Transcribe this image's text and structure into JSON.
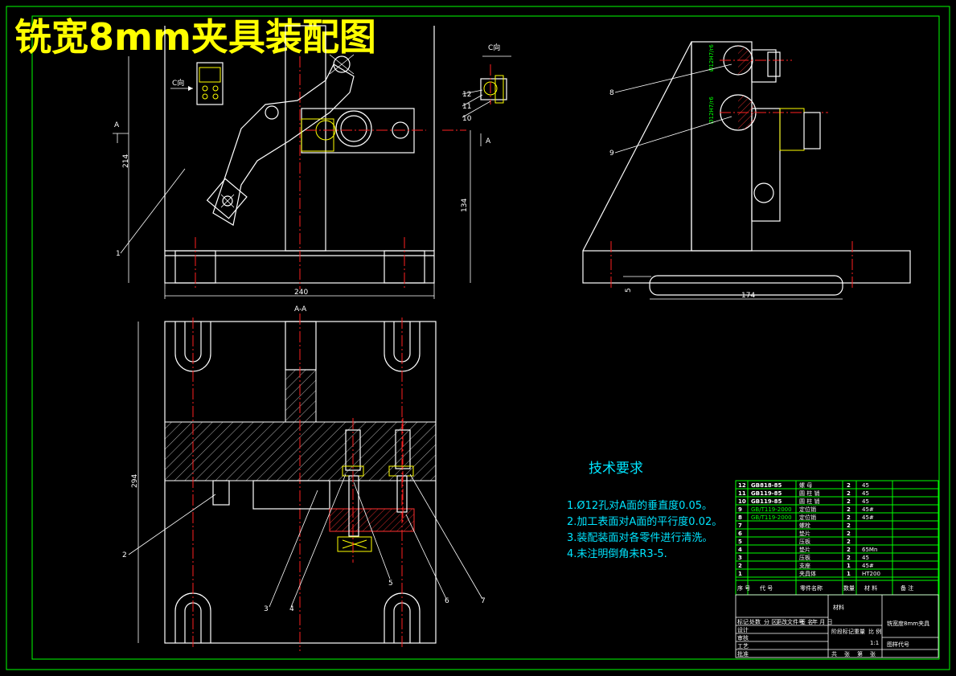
{
  "title": "铣宽8mm夹具装配图",
  "views": {
    "c_view_label_left": "C向",
    "c_view_label_top": "C向",
    "section_label": "A-A",
    "section_arrow_label": "A"
  },
  "dimensions": {
    "d214": "214",
    "d134": "134",
    "d240": "240",
    "d174": "174",
    "d294": "294",
    "d5": "5",
    "tol_a": "Ø12H7/r6",
    "tol_b": "Ø12H7/r6"
  },
  "balloons": [
    "1",
    "2",
    "3",
    "4",
    "5",
    "6",
    "7",
    "8",
    "9",
    "10",
    "11",
    "12"
  ],
  "tech_req": {
    "heading": "技术要求",
    "items": [
      "1.Ø12孔对A面的垂直度0.05。",
      "2.加工表面对A面的平行度0.02。",
      "3.装配装面对各零件进行清洗。",
      "4.未注明倒角未R3-5."
    ]
  },
  "bom": {
    "rows": [
      {
        "no": "12",
        "code": "GB818-85",
        "name": "螺 母",
        "qty": "2",
        "mat": "45"
      },
      {
        "no": "11",
        "code": "GB119-85",
        "name": "圆 柱 销",
        "qty": "2",
        "mat": "45"
      },
      {
        "no": "10",
        "code": "GB119-85",
        "name": "圆 柱 销",
        "qty": "2",
        "mat": "45"
      },
      {
        "no": "9",
        "code": "GB/T119-2000",
        "name": "定位销",
        "qty": "2",
        "mat": "45#"
      },
      {
        "no": "8",
        "code": "GB/T119-2000",
        "name": "定位销",
        "qty": "2",
        "mat": "45#"
      },
      {
        "no": "7",
        "code": "",
        "name": "螺栓",
        "qty": "2",
        "mat": ""
      },
      {
        "no": "6",
        "code": "",
        "name": "垫片",
        "qty": "2",
        "mat": ""
      },
      {
        "no": "5",
        "code": "",
        "name": "压板",
        "qty": "2",
        "mat": ""
      },
      {
        "no": "4",
        "code": "",
        "name": "垫片",
        "qty": "2",
        "mat": "65Mn"
      },
      {
        "no": "3",
        "code": "",
        "name": "压板",
        "qty": "2",
        "mat": "45"
      },
      {
        "no": "2",
        "code": "",
        "name": "支座",
        "qty": "1",
        "mat": "45#"
      },
      {
        "no": "1",
        "code": "",
        "name": "夹具体",
        "qty": "1",
        "mat": "HT200"
      }
    ],
    "header": {
      "no": "序 号",
      "code": "代 号",
      "name": "零件名称",
      "qty": "数量",
      "mat": "材 料",
      "note": "备 注"
    }
  },
  "title_block": {
    "material_label": "材料",
    "drawing_name": "铣宽度8mm夹具",
    "drawing_no_label": "图样代号",
    "scale": "1:1",
    "row_labels": [
      "标记",
      "处数",
      "分 区",
      "更改文件号",
      "签 名",
      "年 月 日"
    ],
    "side_labels": [
      "设计",
      "审核",
      "工艺",
      "批准"
    ],
    "stage_labels": [
      "阶段标记",
      "重量",
      "比 例"
    ],
    "sheet_labels": [
      "共",
      "张",
      "第",
      "张"
    ]
  }
}
